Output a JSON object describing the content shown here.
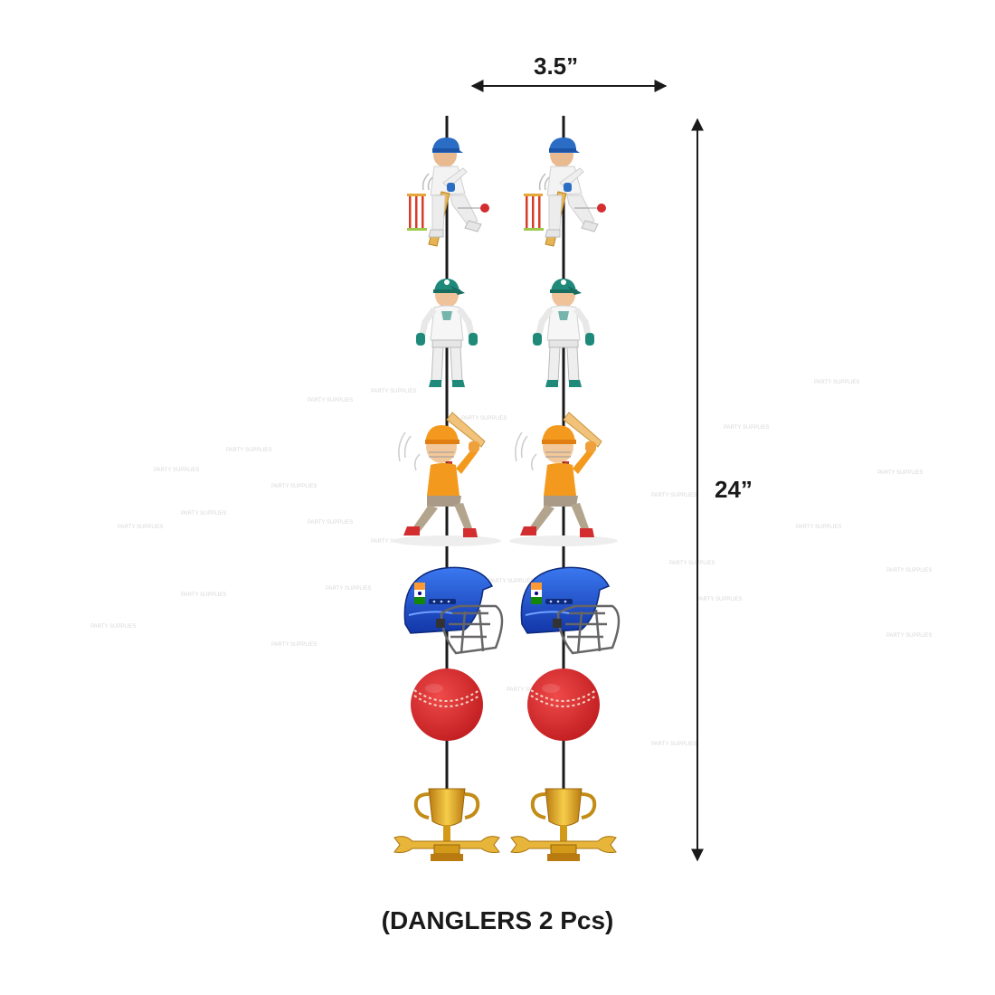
{
  "dimensions": {
    "width_label": "3.5”",
    "height_label": "24”"
  },
  "caption": "(DANGLERS 2 Pcs)",
  "watermark_text": "PARTY SUPPLIES",
  "colors": {
    "string": "#1a1a1a",
    "batsman_helmet": "#2b6cc4",
    "keeper_cap": "#1f8a7a",
    "orange_player": "#f3951c",
    "helmet_blue": "#1746c8",
    "ball_red": "#d32d2f",
    "trophy_gold": "#e0a41c"
  },
  "danglers": [
    {
      "items": [
        "batsman-icon",
        "wicket-keeper-icon",
        "orange-batsman-icon",
        "cricket-helmet-icon",
        "cricket-ball-icon",
        "trophy-icon"
      ]
    },
    {
      "items": [
        "batsman-icon",
        "wicket-keeper-icon",
        "orange-batsman-icon",
        "cricket-helmet-icon",
        "cricket-ball-icon",
        "trophy-icon"
      ]
    }
  ]
}
